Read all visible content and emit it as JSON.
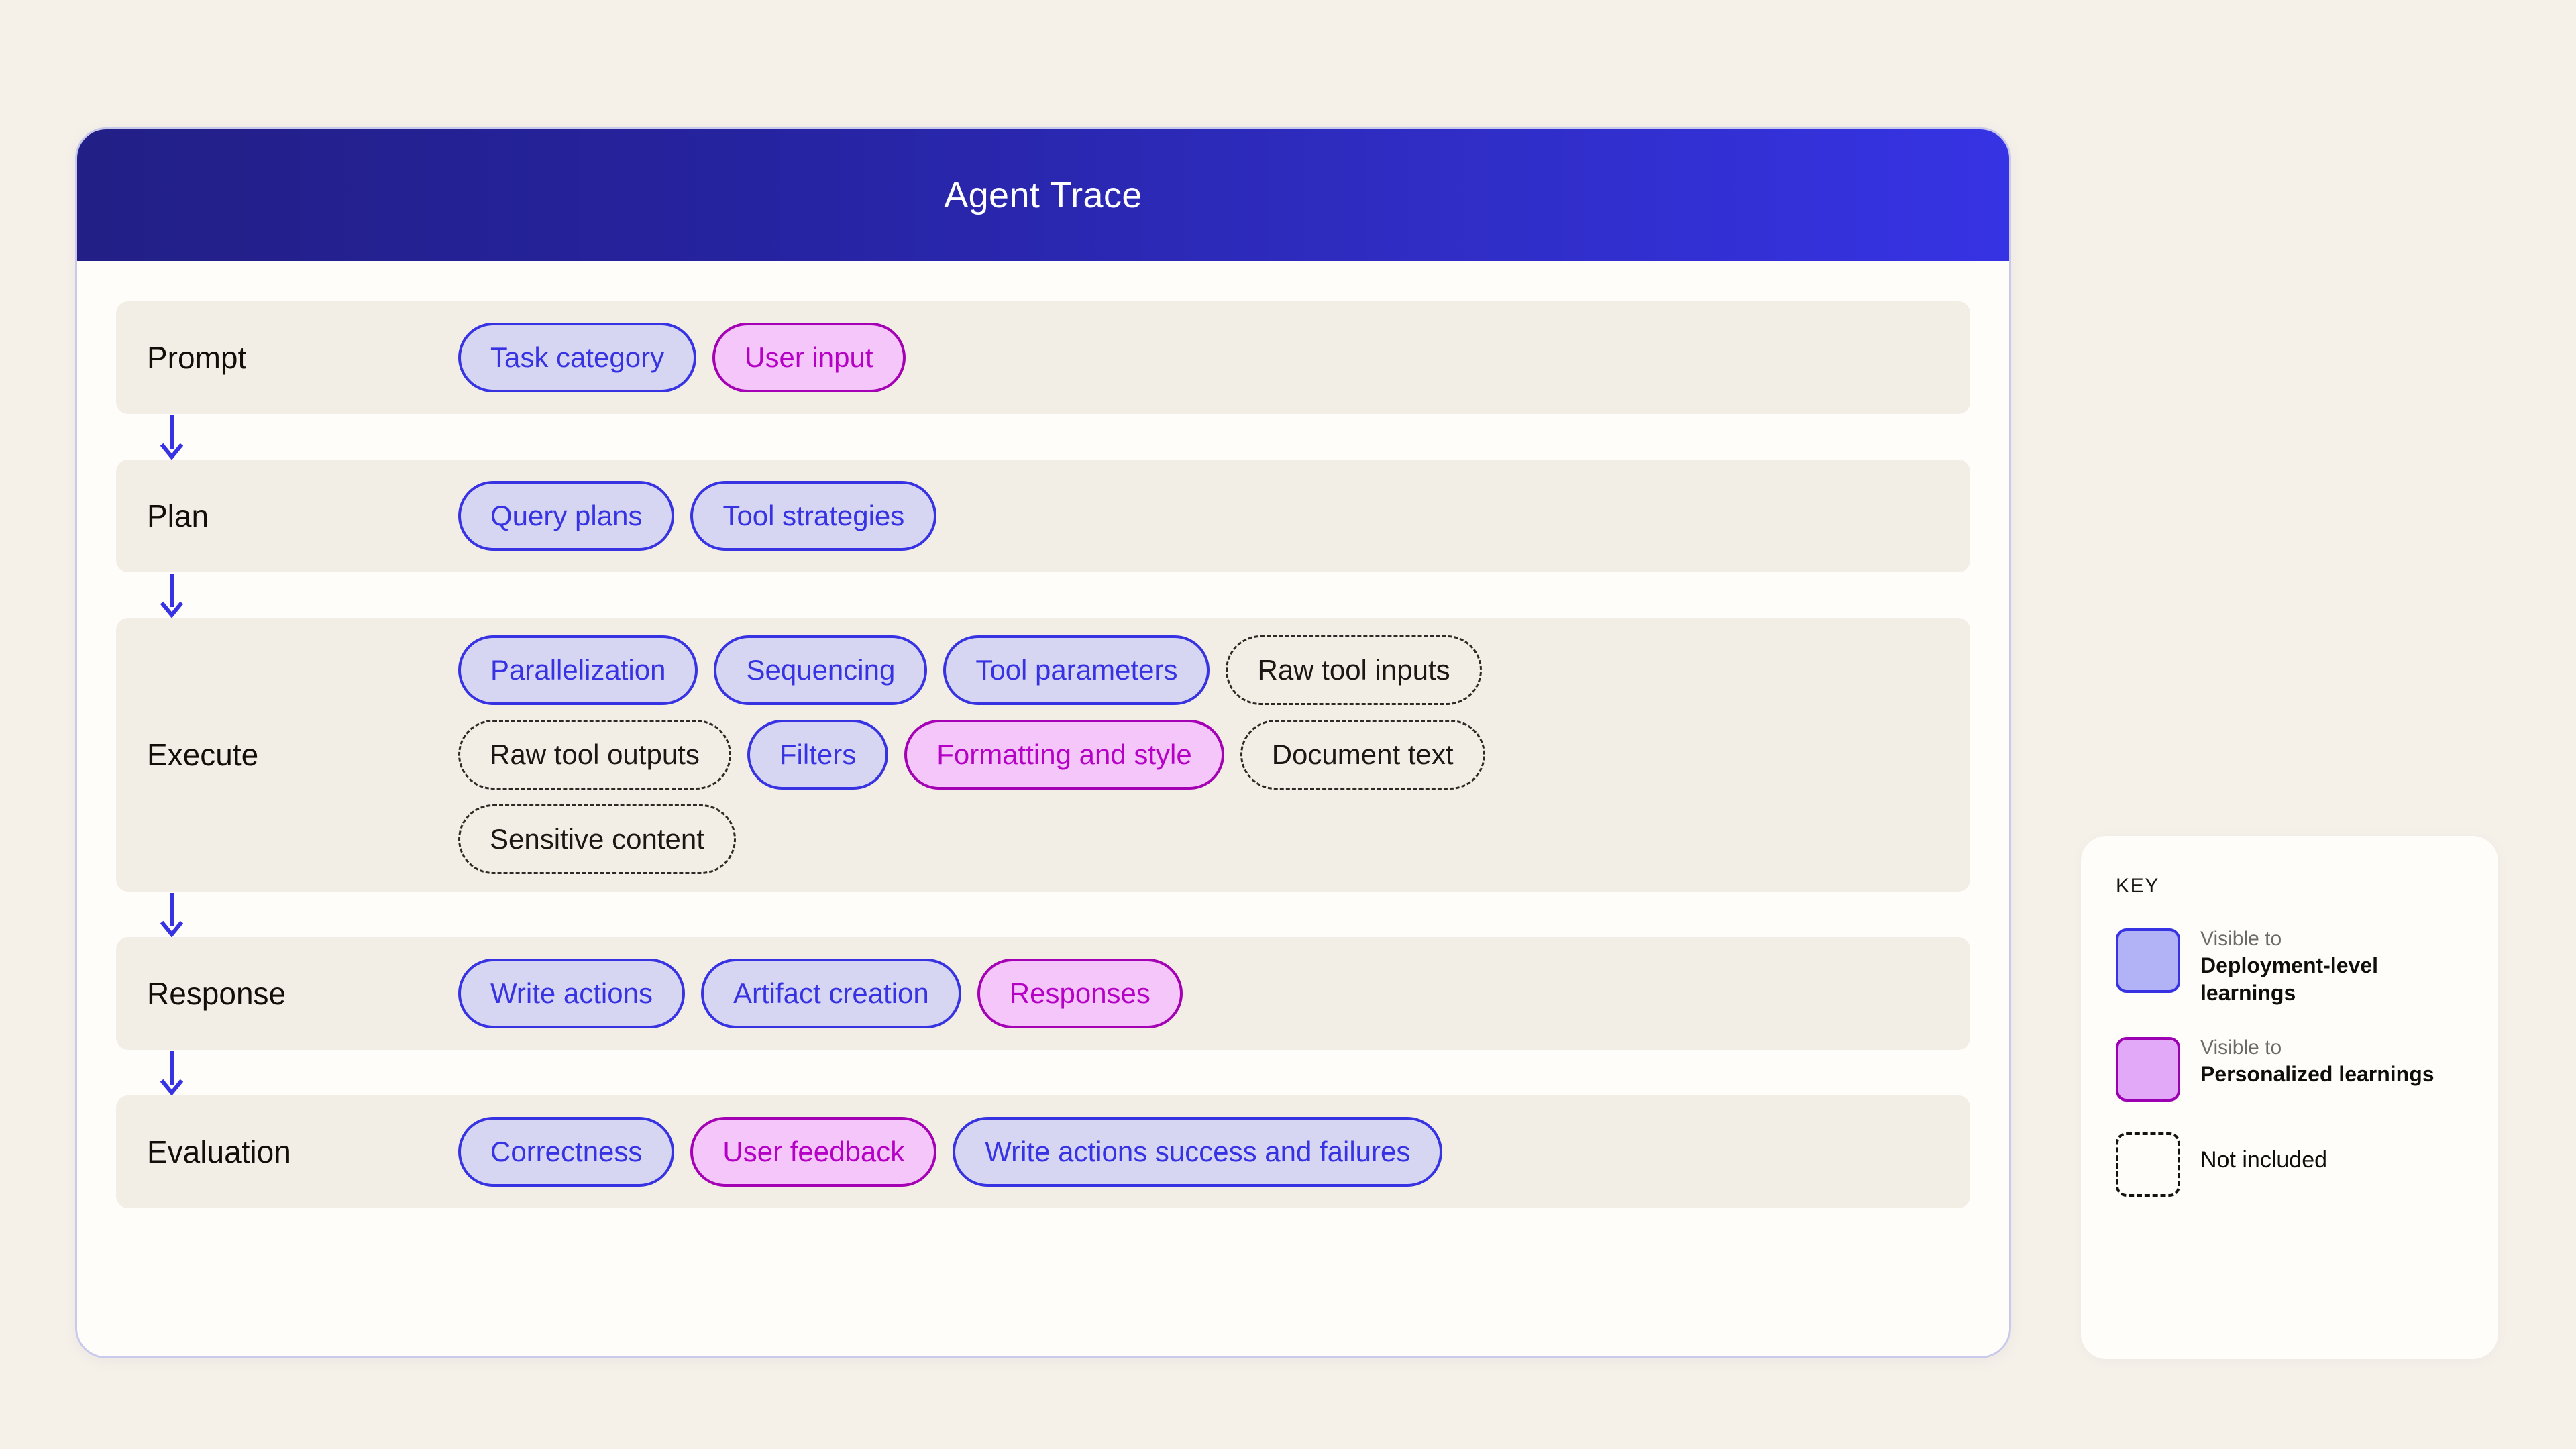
{
  "page": {
    "background_color": "#f5f0e8"
  },
  "card": {
    "header": {
      "title": "Agent Trace",
      "gradient_from": "#221f86",
      "gradient_to": "#3633e4",
      "title_color": "#ffffff"
    },
    "border_color": "#c9c9ec",
    "background_color": "#fffdfa"
  },
  "colors": {
    "blue_pill_fill": "#d6d6f2",
    "blue_pill_border": "#3733e3",
    "blue_pill_text": "#3733e3",
    "magenta_pill_fill": "#f5c6fa",
    "magenta_pill_border": "#a400b4",
    "magenta_pill_text": "#b500c6",
    "dashed_pill_border": "#2d2a26",
    "dashed_pill_text": "#1a1714",
    "row_strip": "#f3eee5",
    "arrow": "#3733e3"
  },
  "stages": [
    {
      "label": "Prompt",
      "lines": [
        [
          {
            "text": "Task category",
            "style": "blue"
          },
          {
            "text": "User input",
            "style": "magenta"
          }
        ]
      ]
    },
    {
      "label": "Plan",
      "lines": [
        [
          {
            "text": "Query plans",
            "style": "blue"
          },
          {
            "text": "Tool strategies",
            "style": "blue"
          }
        ]
      ]
    },
    {
      "label": "Execute",
      "lines": [
        [
          {
            "text": "Parallelization",
            "style": "blue"
          },
          {
            "text": "Sequencing",
            "style": "blue"
          },
          {
            "text": "Tool parameters",
            "style": "blue"
          },
          {
            "text": "Raw tool inputs",
            "style": "dashed"
          }
        ],
        [
          {
            "text": "Raw tool outputs",
            "style": "dashed"
          },
          {
            "text": "Filters",
            "style": "blue"
          },
          {
            "text": "Formatting and style",
            "style": "magenta"
          },
          {
            "text": "Document text",
            "style": "dashed"
          }
        ],
        [
          {
            "text": "Sensitive content",
            "style": "dashed"
          }
        ]
      ]
    },
    {
      "label": "Response",
      "lines": [
        [
          {
            "text": "Write actions",
            "style": "blue"
          },
          {
            "text": "Artifact creation",
            "style": "blue"
          },
          {
            "text": "Responses",
            "style": "magenta"
          }
        ]
      ]
    },
    {
      "label": "Evaluation",
      "lines": [
        [
          {
            "text": "Correctness",
            "style": "blue"
          },
          {
            "text": "User feedback",
            "style": "magenta"
          },
          {
            "text": "Write actions success and failures",
            "style": "blue"
          }
        ]
      ]
    }
  ],
  "legend": {
    "title": "KEY",
    "items": [
      {
        "swatch": "blue",
        "sub": "Visible to",
        "main": "Deployment-level learnings"
      },
      {
        "swatch": "magenta",
        "sub": "Visible to",
        "main": "Personalized learnings"
      },
      {
        "swatch": "dashed",
        "sub": "",
        "main": "Not included"
      }
    ]
  }
}
